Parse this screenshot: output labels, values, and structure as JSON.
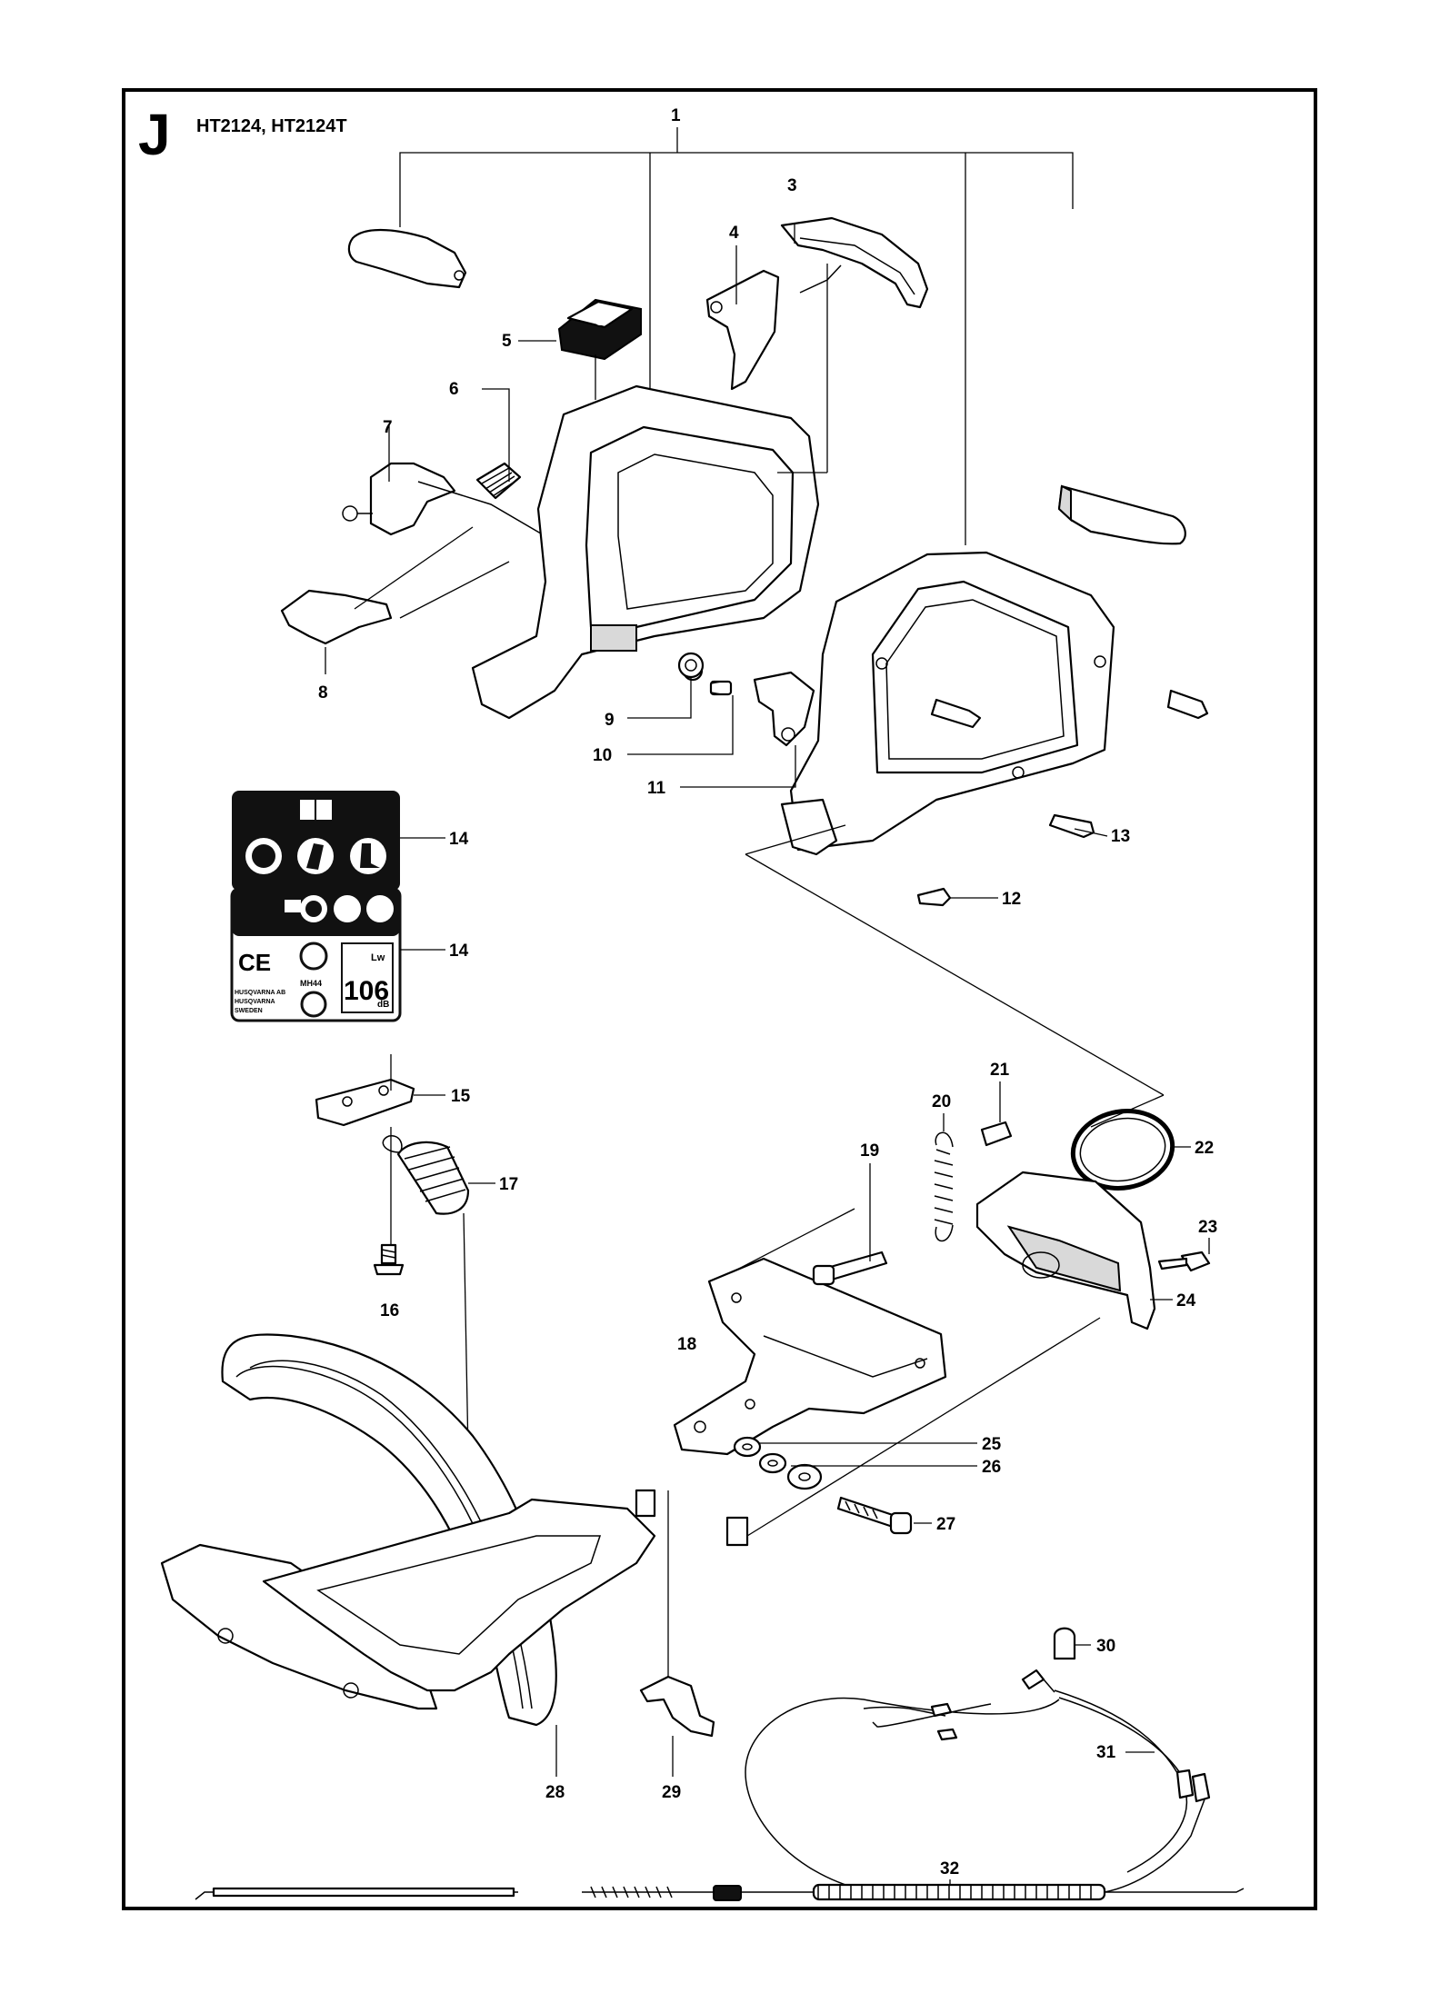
{
  "header": {
    "section_letter": "J",
    "models": "HT2124, HT2124T"
  },
  "callouts": [
    "1",
    "3",
    "4",
    "5",
    "6",
    "7",
    "8",
    "9",
    "10",
    "11",
    "12",
    "13",
    "14",
    "14",
    "15",
    "16",
    "17",
    "18",
    "19",
    "20",
    "21",
    "22",
    "23",
    "24",
    "25",
    "26",
    "27",
    "28",
    "29",
    "30",
    "31",
    "32"
  ],
  "decal": {
    "db_value": "106",
    "db_unit": "dB",
    "lwa": "Lw",
    "manufacturer_lines": [
      "HUSQVARNA AB",
      "HUSQVARNA",
      "SWEDEN"
    ],
    "mark_ce": "CE",
    "mark_code": "MH44"
  }
}
